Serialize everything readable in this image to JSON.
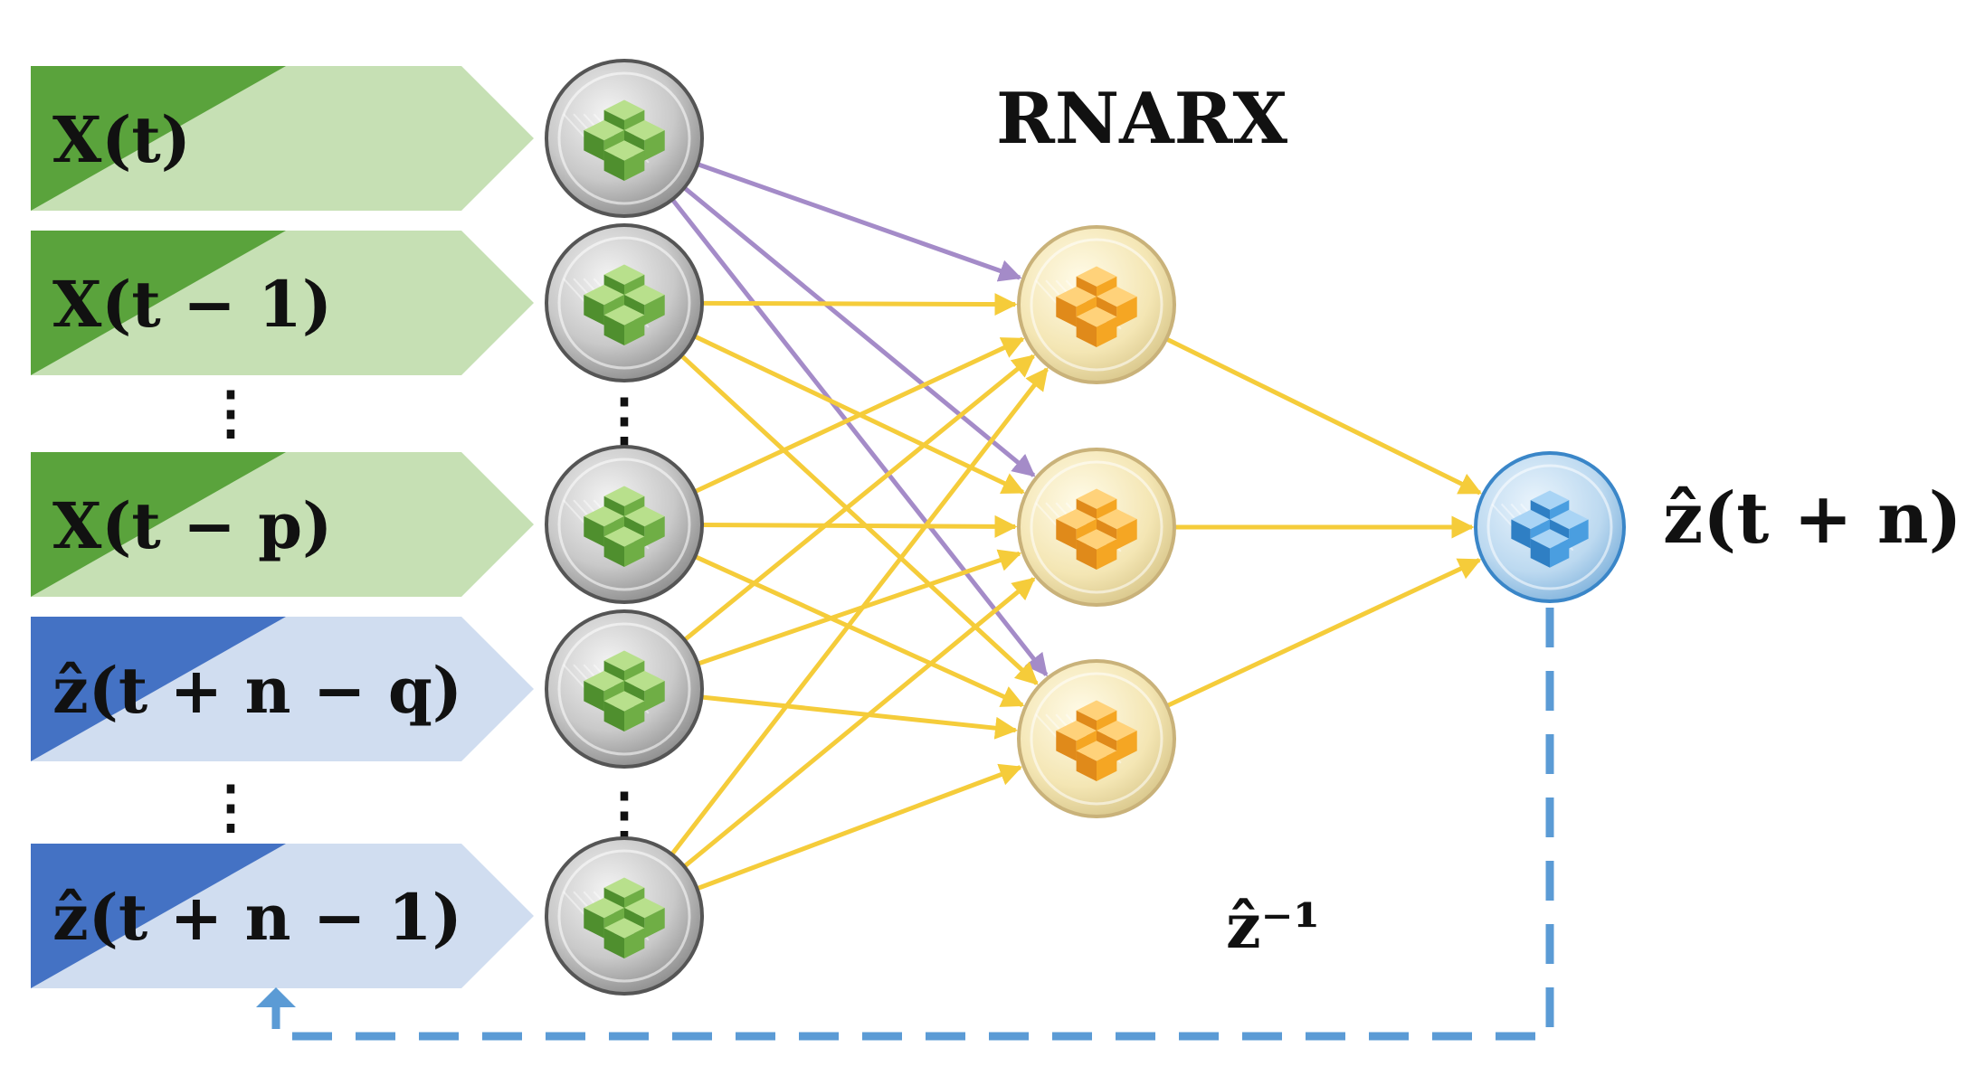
{
  "title": "RNARX",
  "inputs": [
    {
      "text": "X(t)",
      "kind": "x"
    },
    {
      "text": "X(t − 1)",
      "kind": "x"
    },
    {
      "text": "X(t − p)",
      "kind": "x"
    },
    {
      "text": "ẑ(t + n − q)",
      "kind": "z"
    },
    {
      "text": "ẑ(t + n − 1)",
      "kind": "z"
    }
  ],
  "ellipsis": "⋮",
  "hidden_count": 3,
  "output_label": "ẑ(t + n)",
  "feedback_label": "ẑ⁻¹",
  "colors": {
    "x_dark": "#5aa33c",
    "x_light": "#c6e0b4",
    "z_dark": "#4472c4",
    "z_light": "#d0ddf0",
    "purple": "#a48bc8",
    "yellow": "#f5cc3a",
    "feedback": "#5b9bd5",
    "input_node": "green",
    "hidden_node": "orange",
    "output_node": "blue"
  }
}
